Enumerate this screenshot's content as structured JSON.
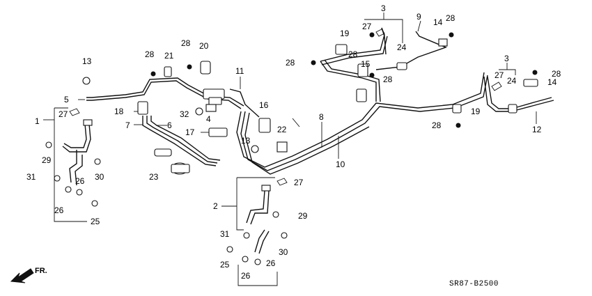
{
  "diagram": {
    "code": "SR87-B2500",
    "direction_label": "FR.",
    "callouts": [
      {
        "label": "1"
      },
      {
        "label": "2"
      },
      {
        "label": "3"
      },
      {
        "label": "3"
      },
      {
        "label": "4"
      },
      {
        "label": "5"
      },
      {
        "label": "6"
      },
      {
        "label": "7"
      },
      {
        "label": "8"
      },
      {
        "label": "9"
      },
      {
        "label": "10"
      },
      {
        "label": "11"
      },
      {
        "label": "12"
      },
      {
        "label": "13"
      },
      {
        "label": "13"
      },
      {
        "label": "14"
      },
      {
        "label": "14"
      },
      {
        "label": "15"
      },
      {
        "label": "16"
      },
      {
        "label": "17"
      },
      {
        "label": "18"
      },
      {
        "label": "19"
      },
      {
        "label": "19"
      },
      {
        "label": "20"
      },
      {
        "label": "21"
      },
      {
        "label": "22"
      },
      {
        "label": "23"
      },
      {
        "label": "24"
      },
      {
        "label": "24"
      },
      {
        "label": "25"
      },
      {
        "label": "25"
      },
      {
        "label": "26"
      },
      {
        "label": "26"
      },
      {
        "label": "26"
      },
      {
        "label": "26"
      },
      {
        "label": "27"
      },
      {
        "label": "27"
      },
      {
        "label": "27"
      },
      {
        "label": "27"
      },
      {
        "label": "28"
      },
      {
        "label": "28"
      },
      {
        "label": "28"
      },
      {
        "label": "28"
      },
      {
        "label": "28"
      },
      {
        "label": "28"
      },
      {
        "label": "28"
      },
      {
        "label": "28"
      },
      {
        "label": "29"
      },
      {
        "label": "29"
      },
      {
        "label": "30"
      },
      {
        "label": "30"
      },
      {
        "label": "31"
      },
      {
        "label": "31"
      },
      {
        "label": "32"
      }
    ]
  }
}
